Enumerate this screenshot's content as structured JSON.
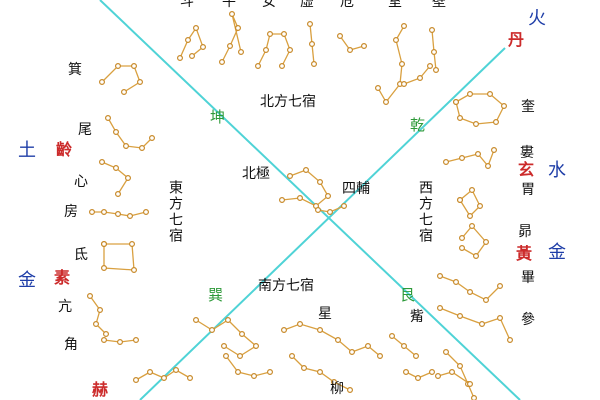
{
  "colors": {
    "diagonal": "#4fd3d6",
    "constellation_line": "#d9a040",
    "star": "#c88a2a",
    "gua_text": "#2e9a3a",
    "element_text": "#1f3ea8",
    "planet_text": "#cc2b2b"
  },
  "regions": {
    "north": "北方七宿",
    "east": "東方七宿",
    "west": "西方七宿",
    "south": "南方七宿",
    "center_pole": "北極",
    "four_assistants": "四輔"
  },
  "gua": {
    "kun": "坤",
    "qian": "乾",
    "xun": "巽",
    "gen": "艮"
  },
  "top_mansions": [
    "斗",
    "牛",
    "女",
    "虛",
    "危",
    "室",
    "壁"
  ],
  "east_mansions": [
    "箕",
    "尾",
    "心",
    "房",
    "氐",
    "亢",
    "角"
  ],
  "west_mansions": [
    "奎",
    "婁",
    "胃",
    "昴",
    "畢",
    "參"
  ],
  "south_mansions": [
    "星",
    "觜",
    "柳"
  ],
  "elements": {
    "fire": "火",
    "water": "水",
    "metal_right": "金",
    "earth": "土",
    "metal_left": "金"
  },
  "planets": {
    "dan": "丹",
    "xuan": "玄",
    "huang": "黃",
    "ling": "齡",
    "su": "素",
    "chi": "赫"
  }
}
